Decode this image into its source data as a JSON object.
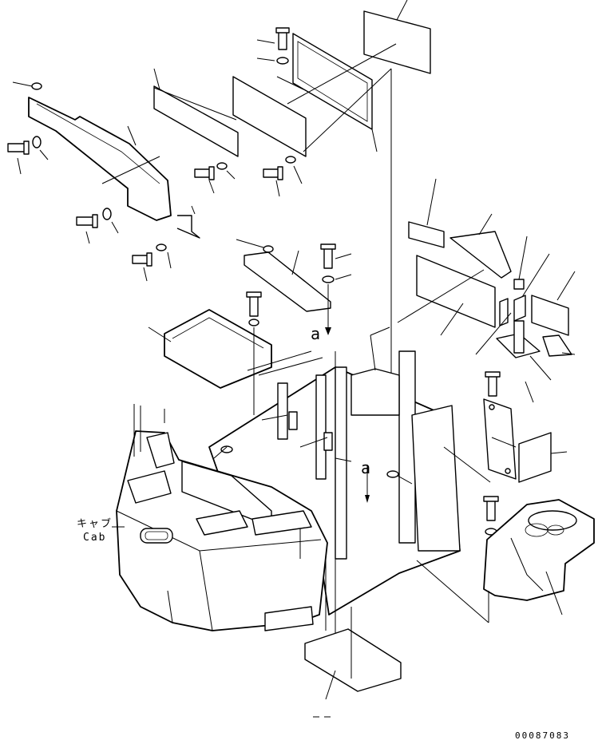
{
  "labels": {
    "cab_japanese": "キャブ",
    "cab_english": "Cab",
    "reference_a_upper": "a",
    "reference_a_lower": "a",
    "drawing_number": "00087083"
  }
}
